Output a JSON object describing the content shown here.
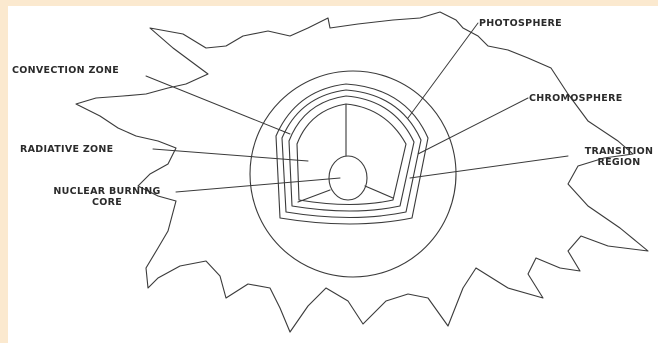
{
  "background_color": "#fbe9cf",
  "panel_color": "#ffffff",
  "line_color": "#3a3a3a",
  "labels": {
    "convection_zone": "CONVECTION ZONE",
    "radiative_zone": "RADIATIVE ZONE",
    "nuclear_core_line1": "NUCLEAR BURNING",
    "nuclear_core_line2": "CORE",
    "photosphere": "PHOTOSPHERE",
    "chromosphere": "CHROMOSPHERE",
    "transition_line1": "TRANSITION",
    "transition_line2": "REGION"
  }
}
